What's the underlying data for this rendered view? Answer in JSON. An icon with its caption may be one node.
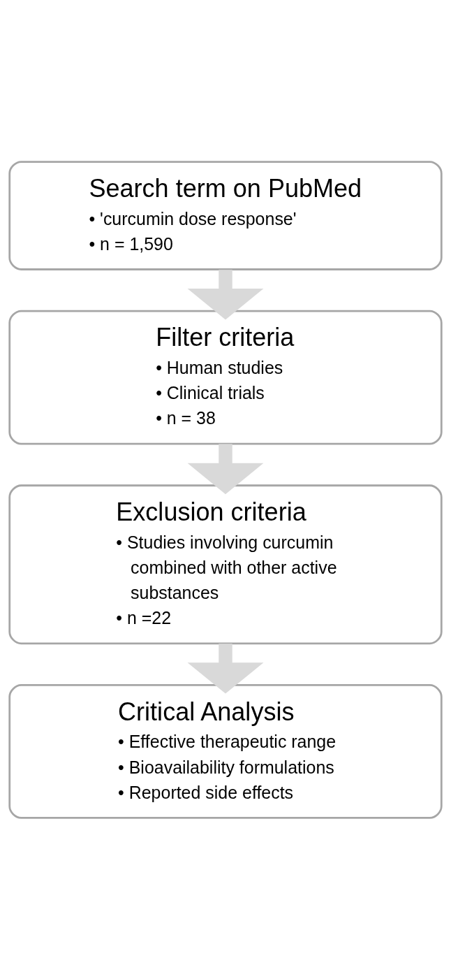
{
  "diagram": {
    "nodes": [
      {
        "text": [
          "Search term on PubMed",
          "• 'curcumin dose response'",
          "• n = 1,590"
        ]
      },
      {
        "text": [
          "Filter criteria",
          "• Human studies",
          "• Clinical trials",
          "• n = 38"
        ]
      },
      {
        "text": [
          "Exclusion criteria",
          "• Studies involving curcumin combined with other active substances",
          "• n =22"
        ]
      },
      {
        "text": [
          "Critical Analysis",
          "• Effective therapeutic range",
          "• Bioavailability formulations",
          "• Reported side effects"
        ]
      }
    ],
    "edges": [
      {
        "from": 0,
        "to": 1,
        "arrow": "to"
      },
      {
        "from": 1,
        "to": 2,
        "arrow": "to"
      },
      {
        "from": 2,
        "to": 3,
        "arrow": "to"
      }
    ]
  }
}
